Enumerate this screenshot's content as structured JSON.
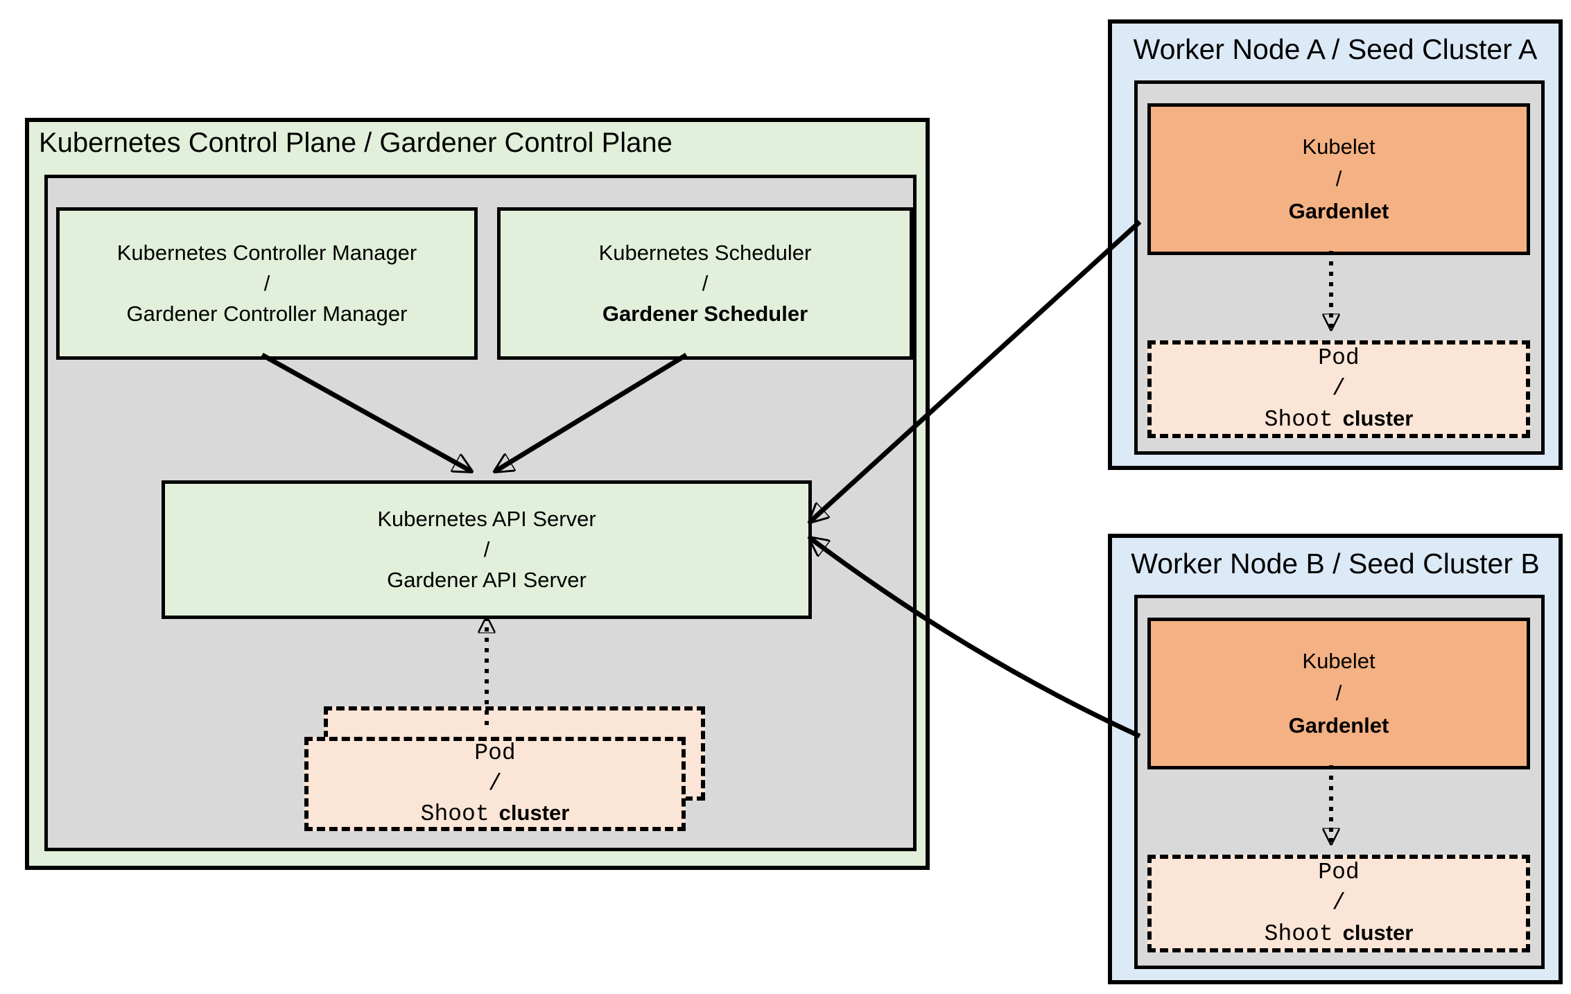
{
  "diagram": {
    "colors": {
      "green": "#E2EFDA",
      "gray": "#D9D9D9",
      "blue": "#DCE9F6",
      "orange": "#F4B183",
      "peach": "#FBE5D6",
      "line": "#000000"
    },
    "control_plane": {
      "title": "Kubernetes Control Plane / Gardener Control Plane",
      "controller_manager": {
        "line1": "Kubernetes Controller Manager",
        "separator": "/",
        "line2": "Gardener Controller Manager"
      },
      "scheduler": {
        "line1": "Kubernetes Scheduler",
        "separator": "/",
        "line2": "Gardener Scheduler"
      },
      "api_server": {
        "line1": "Kubernetes API Server",
        "separator": "/",
        "line2": "Gardener API Server"
      },
      "pod_stack": {
        "line1": "Pod",
        "separator": "/",
        "line2_code": "Shoot",
        "line2_suffix": "cluster"
      }
    },
    "workers": [
      {
        "title": "Worker Node A / Seed Cluster A",
        "kubelet": {
          "line1": "Kubelet",
          "separator": "/",
          "line2": "Gardenlet"
        },
        "pod": {
          "line1": "Pod",
          "separator": "/",
          "line2_code": "Shoot",
          "line2_suffix": "cluster"
        }
      },
      {
        "title": "Worker Node B / Seed Cluster B",
        "kubelet": {
          "line1": "Kubelet",
          "separator": "/",
          "line2": "Gardenlet"
        },
        "pod": {
          "line1": "Pod",
          "separator": "/",
          "line2_code": "Shoot",
          "line2_suffix": "cluster"
        }
      }
    ]
  }
}
